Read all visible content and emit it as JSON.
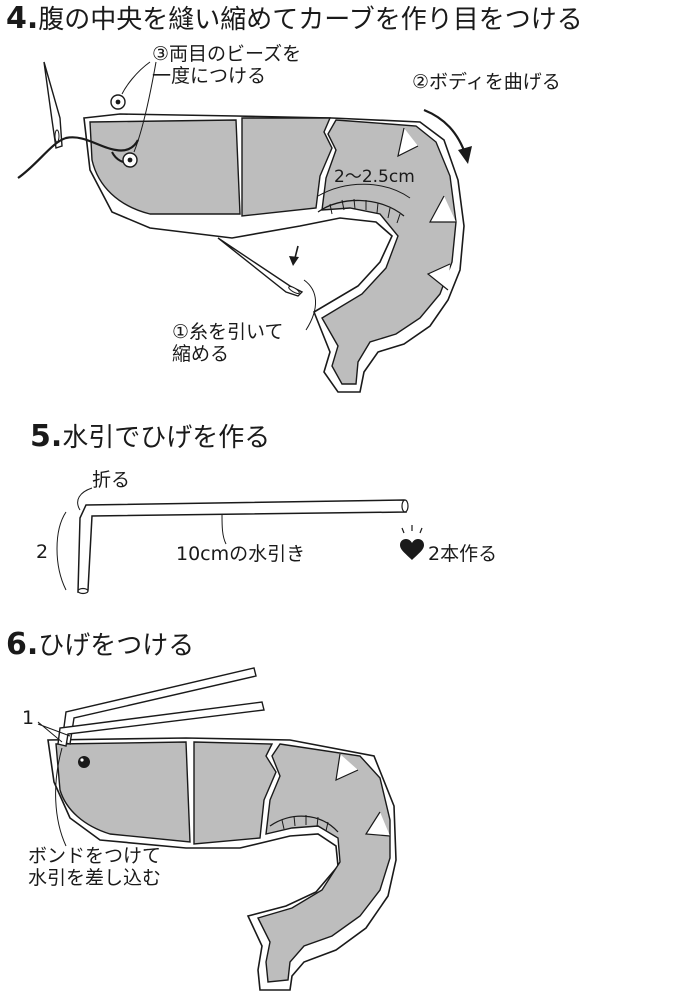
{
  "step4": {
    "number": "4.",
    "title": "腹の中央を縫い縮めてカーブを作り目をつける",
    "label_beads": "③両目のビーズを\n一度につける",
    "label_bend": "②ボディを曲げる",
    "label_width": "2〜2.5cm",
    "label_pull": "①糸を引いて\n縮める"
  },
  "step5": {
    "number": "5.",
    "title": "水引でひげを作る",
    "label_fold": "折る",
    "label_two": "2",
    "label_length": "10cmの水引き",
    "label_make": "2本作る"
  },
  "step6": {
    "number": "6.",
    "title": "ひげをつける",
    "label_one": "1",
    "label_bond": "ボンドをつけて\n水引を差し込む"
  },
  "colors": {
    "body_fill": "#bdbdbd",
    "outline": "#1a1a1a",
    "background": "#ffffff"
  }
}
